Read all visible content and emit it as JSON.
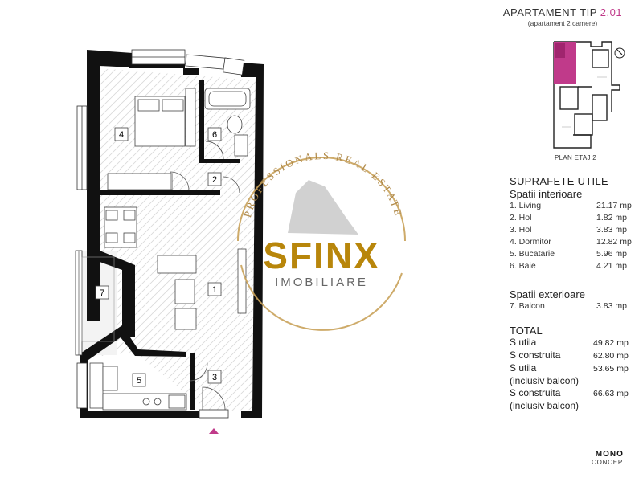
{
  "title": {
    "prefix": "APARTAMENT TIP ",
    "number": "2.01",
    "subtitle": "(apartament 2 camere)"
  },
  "floor_label": "PLAN ETAJ 2",
  "watermark": {
    "arc_text": "PROFESSIONALS REAL ESTATE",
    "brand": "SFINX",
    "sub": "IMOBILIARE"
  },
  "room_labels": [
    "1",
    "2",
    "3",
    "4",
    "5",
    "6",
    "7"
  ],
  "areas": {
    "heading": "SUPRAFETE UTILE",
    "interior_heading": "Spatii interioare",
    "interior": [
      {
        "name": "1. Living",
        "value": "21.17 mp"
      },
      {
        "name": "2. Hol",
        "value": "1.82 mp"
      },
      {
        "name": "3. Hol",
        "value": "3.83 mp"
      },
      {
        "name": "4. Dormitor",
        "value": "12.82 mp"
      },
      {
        "name": "5. Bucatarie",
        "value": "5.96 mp"
      },
      {
        "name": "6. Baie",
        "value": "4.21 mp"
      }
    ],
    "exterior_heading": "Spatii exterioare",
    "exterior": [
      {
        "name": "7. Balcon",
        "value": "3.83 mp"
      }
    ],
    "total_heading": "TOTAL",
    "totals": [
      {
        "name": "S utila",
        "value": "49.82 mp"
      },
      {
        "name": "S construita",
        "value": "62.80 mp"
      },
      {
        "name": "S utila",
        "value": "53.65 mp"
      },
      {
        "name": "S construita",
        "value": "66.63 mp"
      }
    ],
    "incl_note": "(inclusiv balcon)"
  },
  "brand": {
    "line1": "MONO",
    "line2": "CONCEPT"
  },
  "colors": {
    "accent": "#c03a8a",
    "wall": "#111111",
    "gold": "#c9a25a",
    "sfinx_gold": "#b8860b"
  }
}
